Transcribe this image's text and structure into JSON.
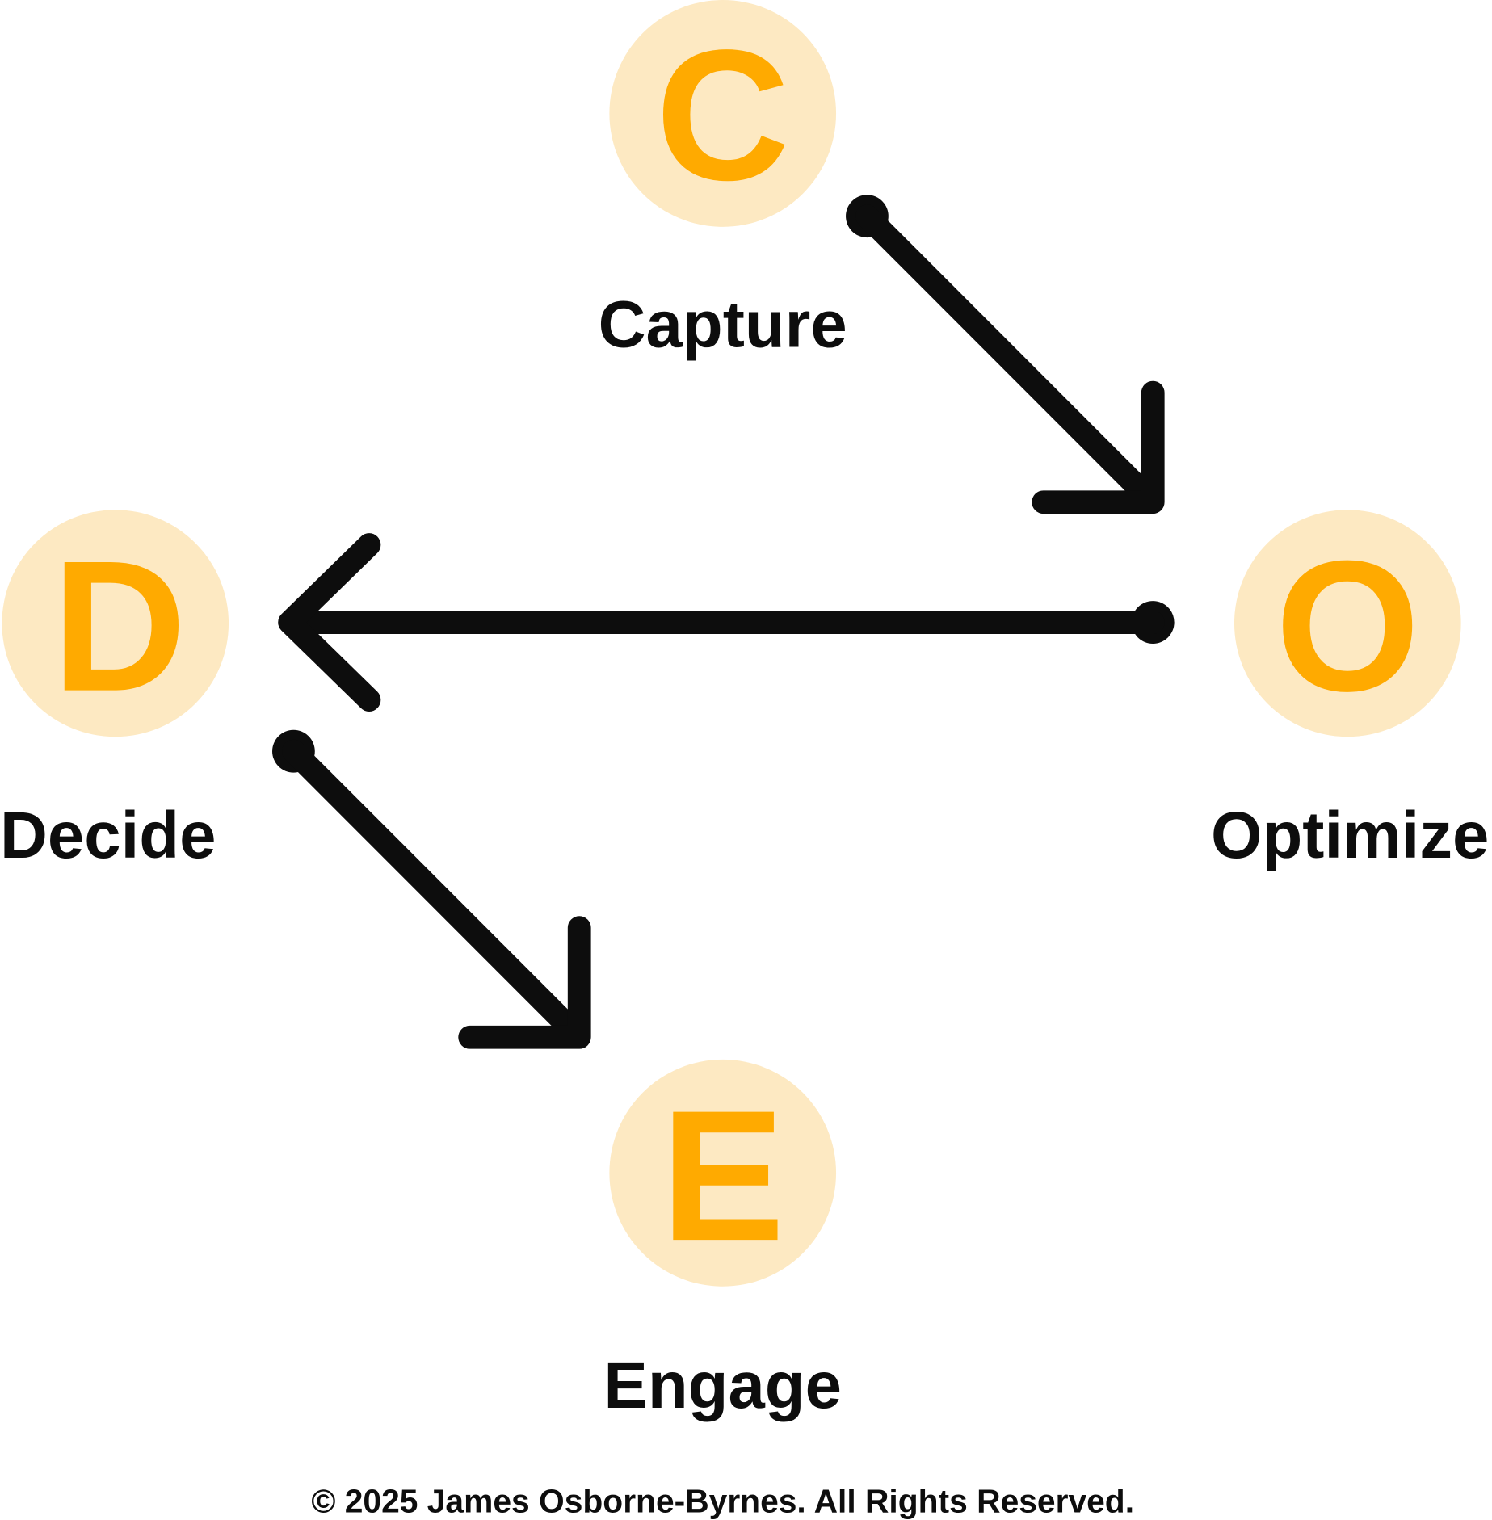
{
  "nodes": [
    {
      "letter": "C",
      "label": "Capture"
    },
    {
      "letter": "O",
      "label": "Optimize"
    },
    {
      "letter": "D",
      "label": "Decide"
    },
    {
      "letter": "E",
      "label": "Engage"
    }
  ],
  "footer": {
    "copyright": "© 2025 James Osborne-Byrnes. All Rights Reserved."
  },
  "colors": {
    "circle_fill": "#FDE9C2",
    "letter": "#FFAA00",
    "ink": "#0D0D0D"
  }
}
